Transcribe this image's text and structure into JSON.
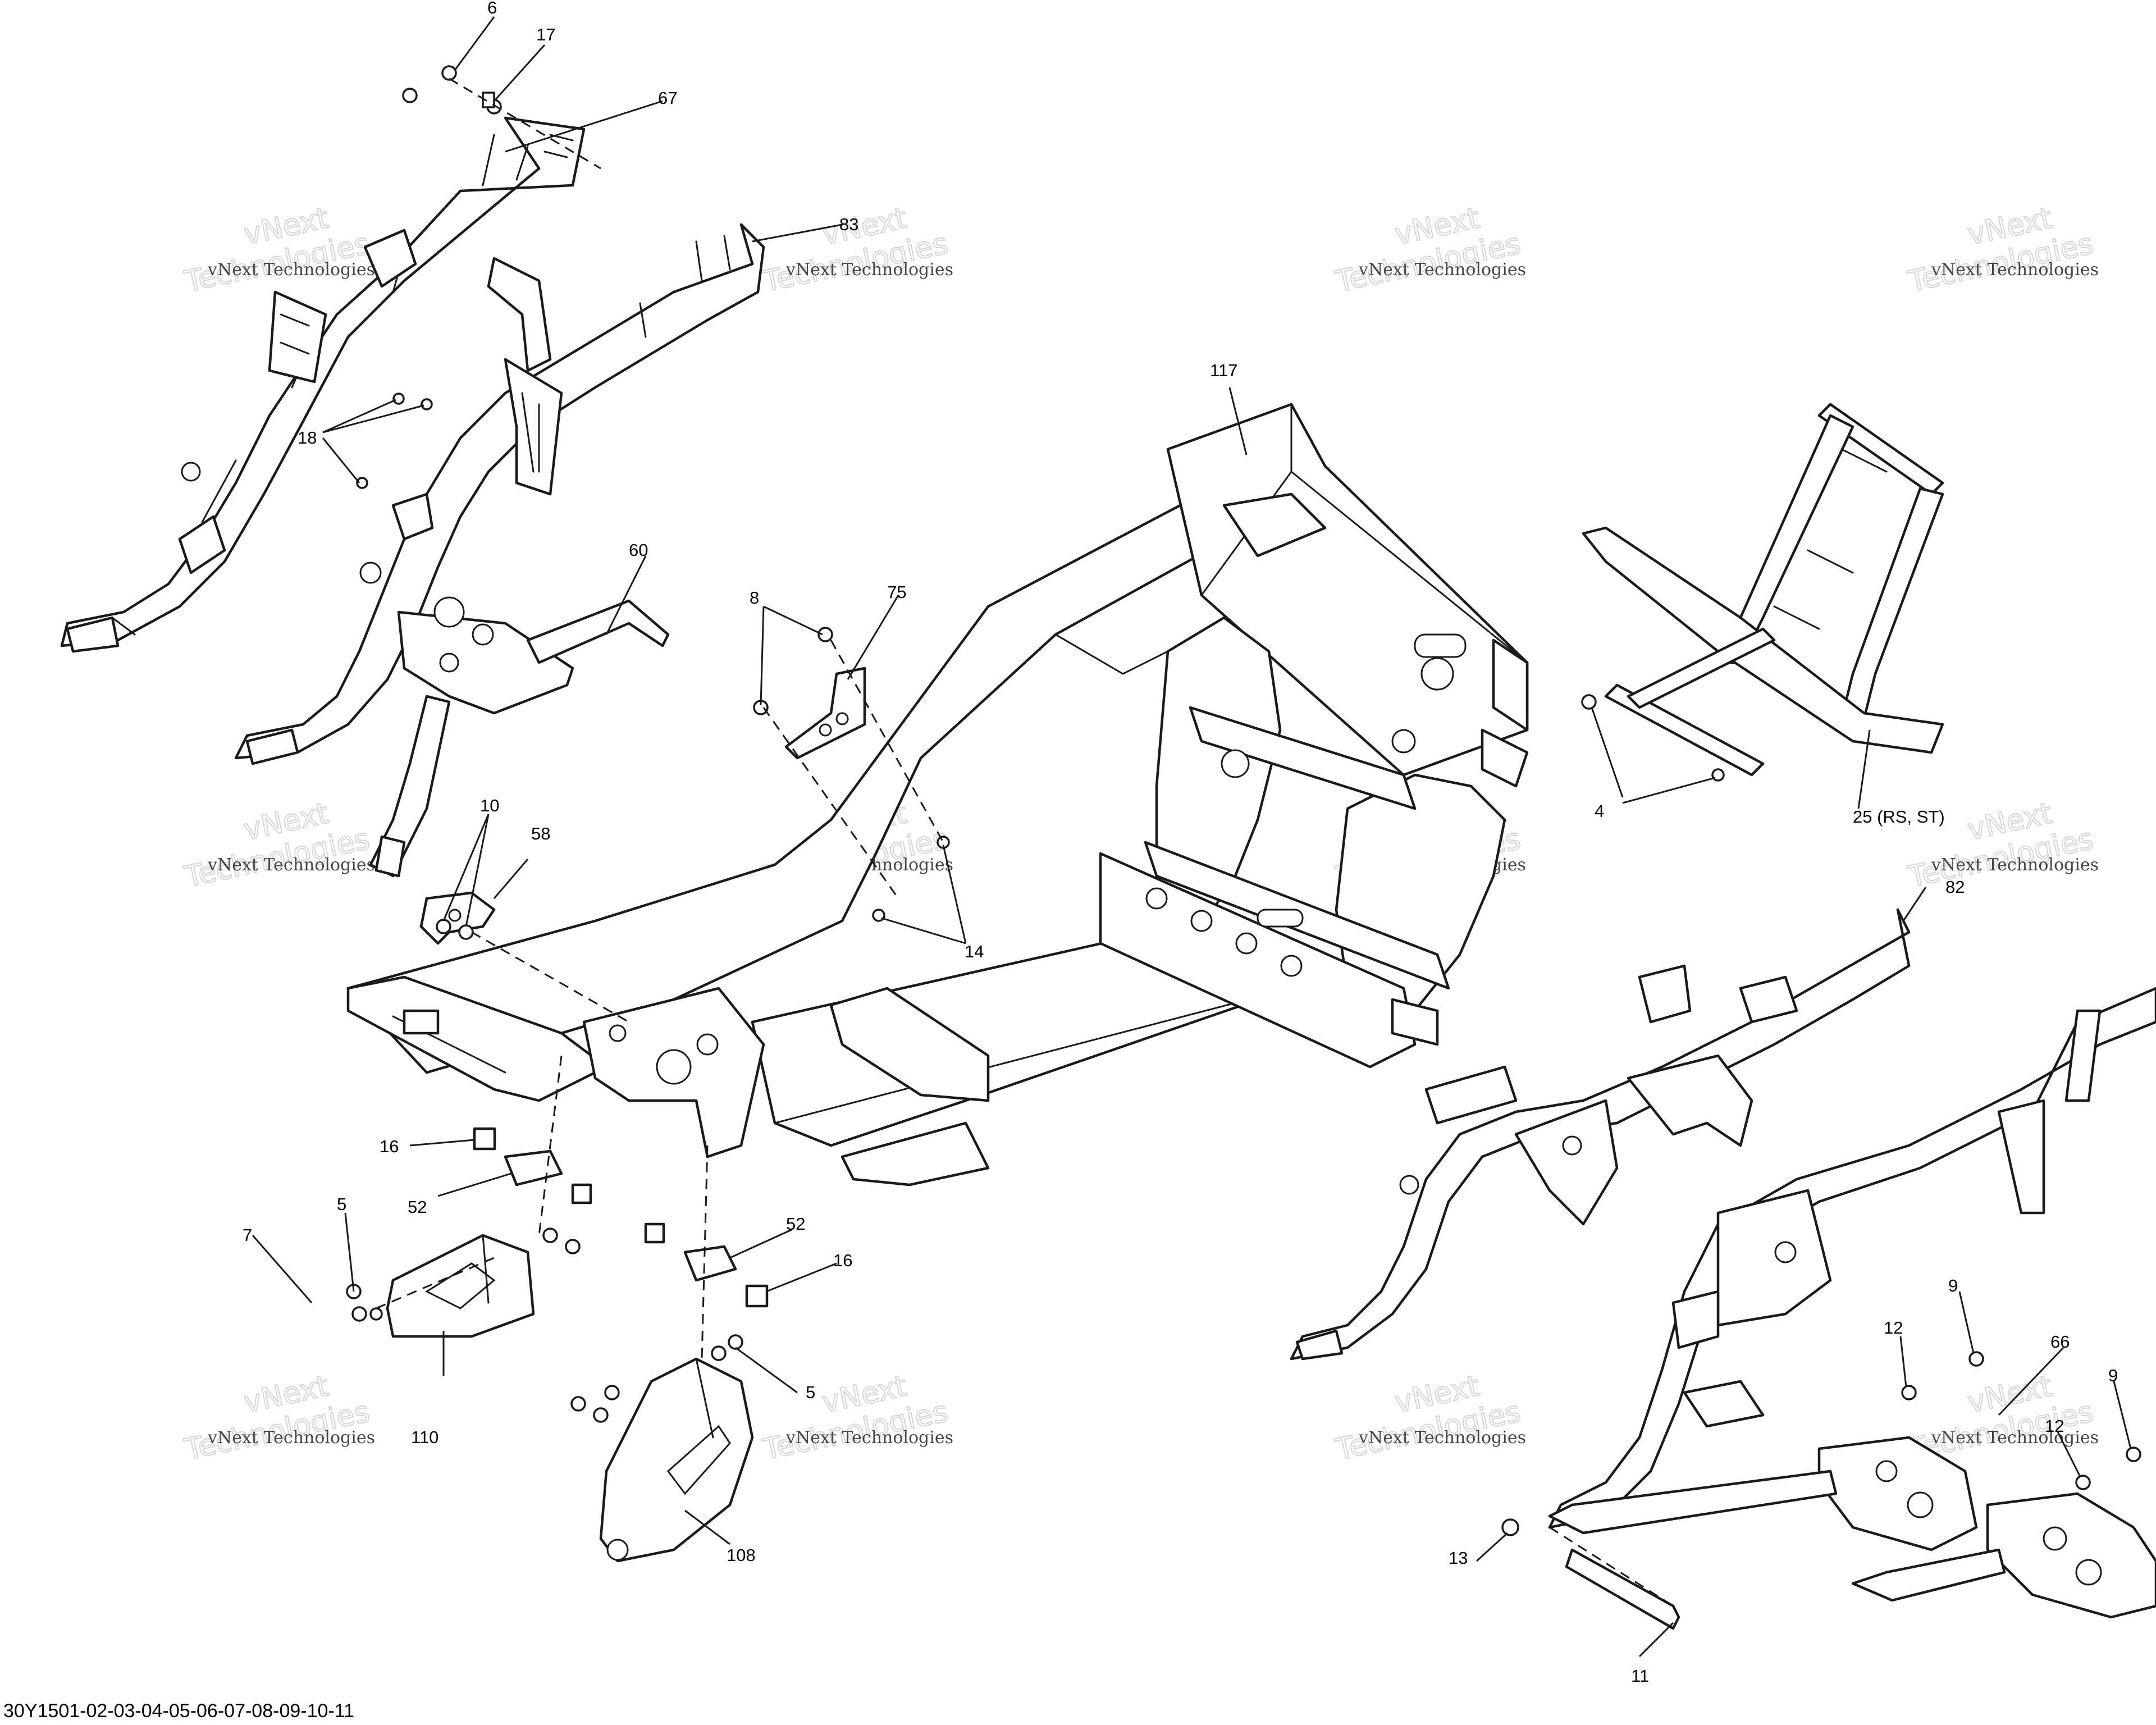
{
  "callouts": [
    {
      "id": "c6",
      "text": "6"
    },
    {
      "id": "c17",
      "text": "17"
    },
    {
      "id": "c67",
      "text": "67"
    },
    {
      "id": "c83",
      "text": "83"
    },
    {
      "id": "c18",
      "text": "18"
    },
    {
      "id": "c117",
      "text": "117"
    },
    {
      "id": "c60",
      "text": "60"
    },
    {
      "id": "c8",
      "text": "8"
    },
    {
      "id": "c75",
      "text": "75"
    },
    {
      "id": "c4",
      "text": "4"
    },
    {
      "id": "c25",
      "text": "25 (RS, ST)"
    },
    {
      "id": "c10",
      "text": "10"
    },
    {
      "id": "c58",
      "text": "58"
    },
    {
      "id": "c14",
      "text": "14"
    },
    {
      "id": "c82",
      "text": "82"
    },
    {
      "id": "c16a",
      "text": "16"
    },
    {
      "id": "c52a",
      "text": "52"
    },
    {
      "id": "c5a",
      "text": "5"
    },
    {
      "id": "c7",
      "text": "7"
    },
    {
      "id": "c52b",
      "text": "52"
    },
    {
      "id": "c16b",
      "text": "16"
    },
    {
      "id": "c9a",
      "text": "9"
    },
    {
      "id": "c12a",
      "text": "12"
    },
    {
      "id": "c66",
      "text": "66"
    },
    {
      "id": "c9b",
      "text": "9"
    },
    {
      "id": "c12b",
      "text": "12"
    },
    {
      "id": "c5b",
      "text": "5"
    },
    {
      "id": "c110",
      "text": "110"
    },
    {
      "id": "c108",
      "text": "108"
    },
    {
      "id": "c13",
      "text": "13"
    },
    {
      "id": "c11",
      "text": "11"
    }
  ],
  "watermark": {
    "line1": "vNext Technologies",
    "line2": "vNext",
    "line3": "Technologies"
  },
  "footer": {
    "drawing_code": "30Y1501-02-03-04-05-06-07-08-09-10-11"
  }
}
